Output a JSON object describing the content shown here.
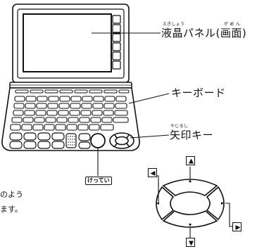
{
  "labels": {
    "lcd_main": "液晶パネル(画面)",
    "lcd_ruby_ekishou": "えきしょう",
    "lcd_ruby_gamen": "が め ん",
    "keyboard": "キーボード",
    "arrow_keys": "矢印キー",
    "arrow_keys_ruby": "やじるし",
    "enter_key": "けってい"
  },
  "cropped_text": {
    "line1": "のよう",
    "line2": "ます。"
  },
  "arrows": {
    "up": "▲",
    "down": "▼",
    "left": "◀",
    "right": "▶"
  },
  "colors": {
    "ink": "#111111",
    "screen": "#ffffff"
  }
}
